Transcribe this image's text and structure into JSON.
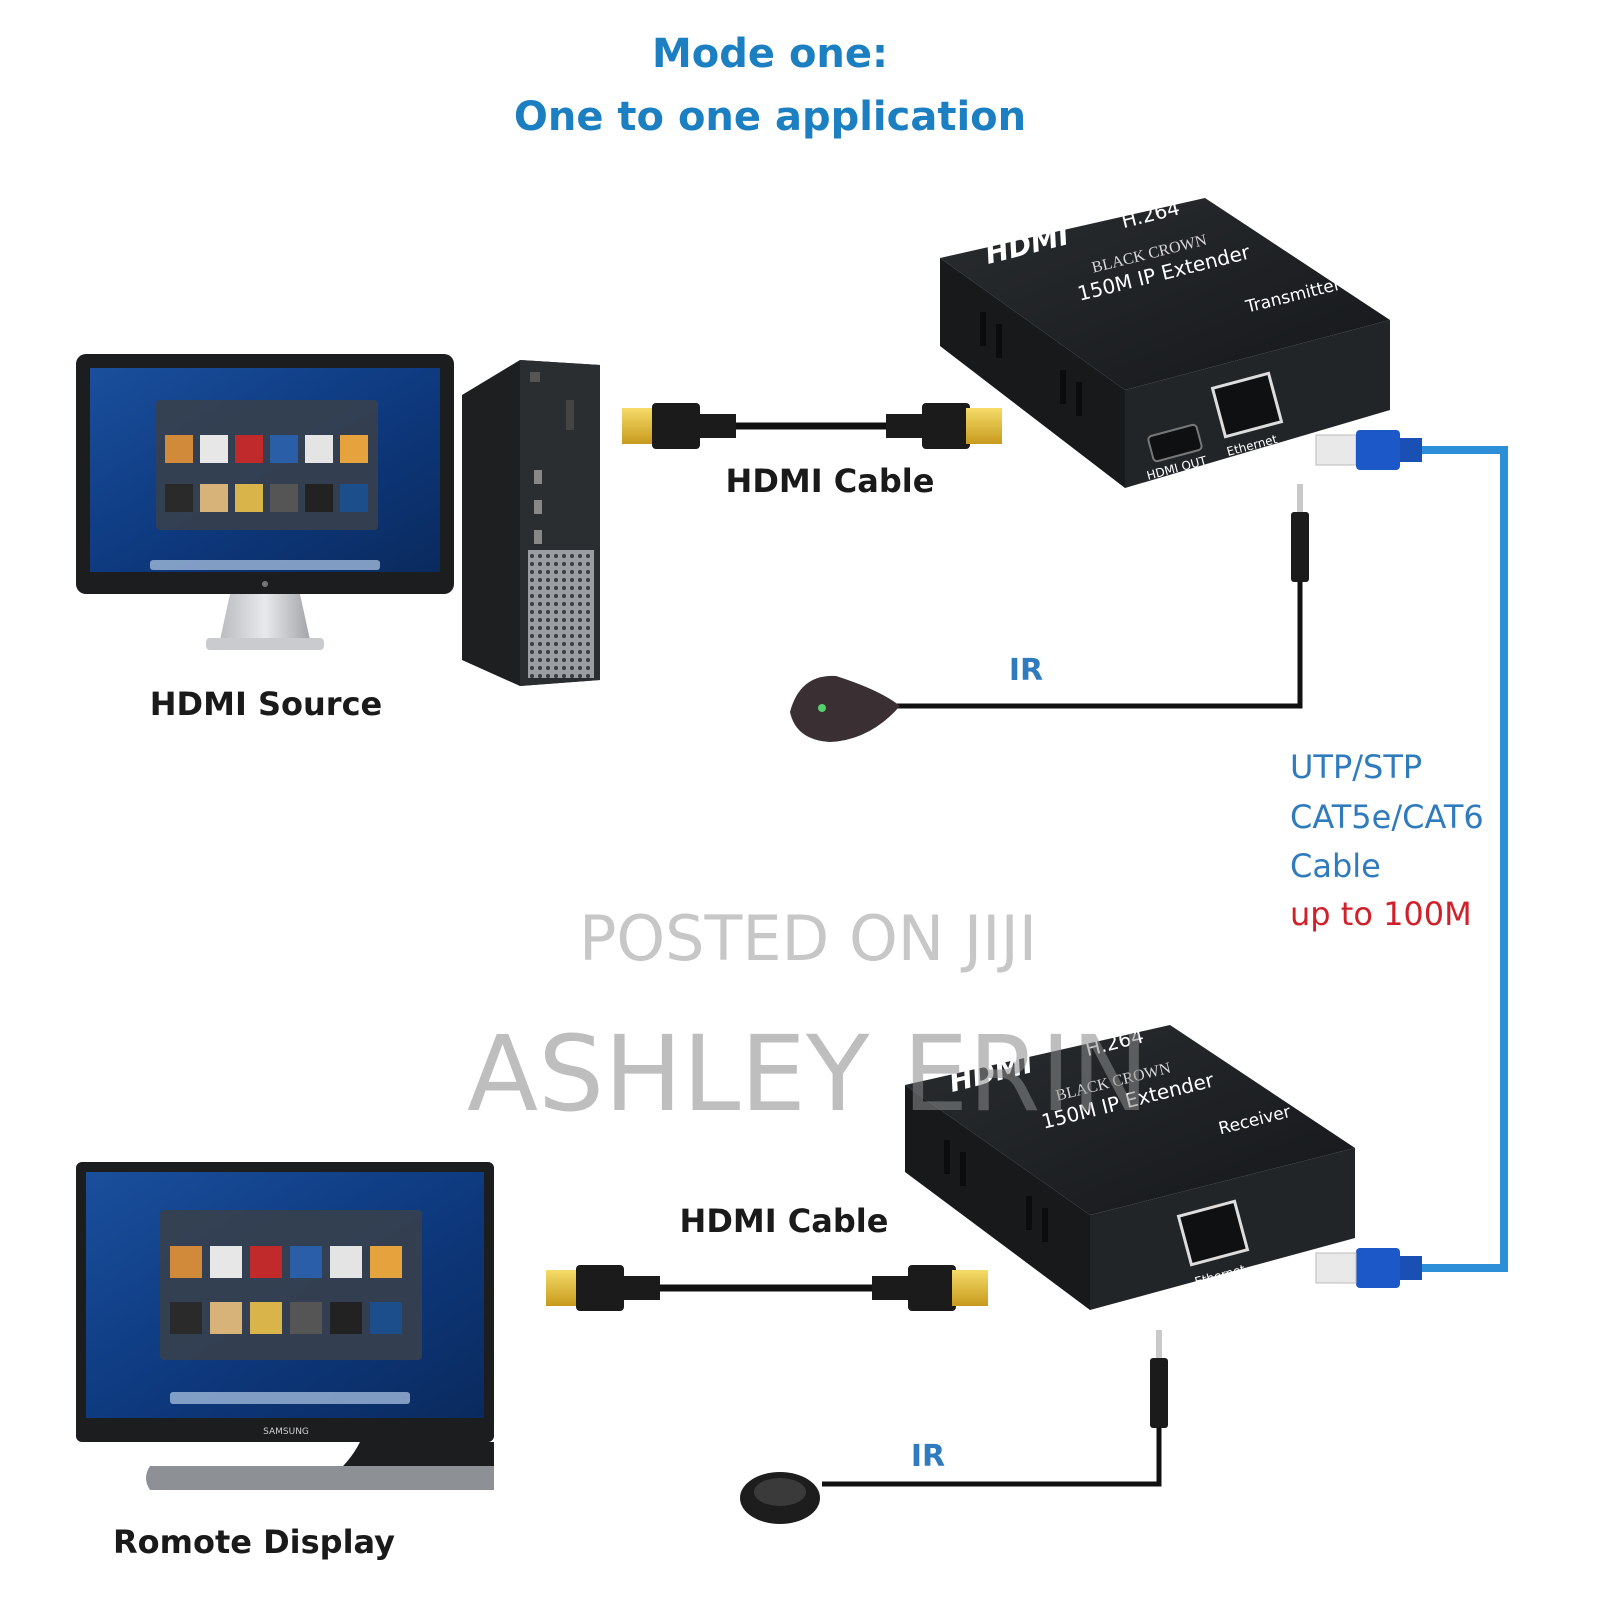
{
  "title": {
    "line1": "Mode one:",
    "line2": "One to one application",
    "color": "#1b7fc1"
  },
  "labels": {
    "hdmi_source": "HDMI Source",
    "remote_display": "Romote Display",
    "hdmi_cable_top": "HDMI Cable",
    "hdmi_cable_bottom": "HDMI Cable",
    "ir_top": "IR",
    "ir_bottom": "IR",
    "utp_line1": "UTP/STP",
    "utp_line2": "CAT5e/CAT6",
    "utp_line3": "Cable",
    "distance": "up to 100M"
  },
  "transmitter": {
    "brand": "HDMI",
    "codec": "H.264",
    "maker": "BLACK CROWN",
    "model": "150M IP Extender",
    "role": "Transmitter",
    "port_hdmi": "HDMI OUT",
    "port_ethernet": "Ethernet"
  },
  "receiver": {
    "brand": "HDMI",
    "codec": "H.264",
    "maker": "BLACK CROWN",
    "model": "150M IP Extender",
    "role": "Receiver",
    "port_ethernet": "Ethernet"
  },
  "monitor_bottom_brand": "SAMSUNG",
  "watermark": {
    "line1": "POSTED ON JIJI",
    "line2": "ASHLEY ERIN"
  },
  "colors": {
    "label_blue": "#2f7bbd",
    "distance_red": "#d0202a",
    "cable_blue": "#2d8fd8",
    "device_black": "#1f2224"
  }
}
